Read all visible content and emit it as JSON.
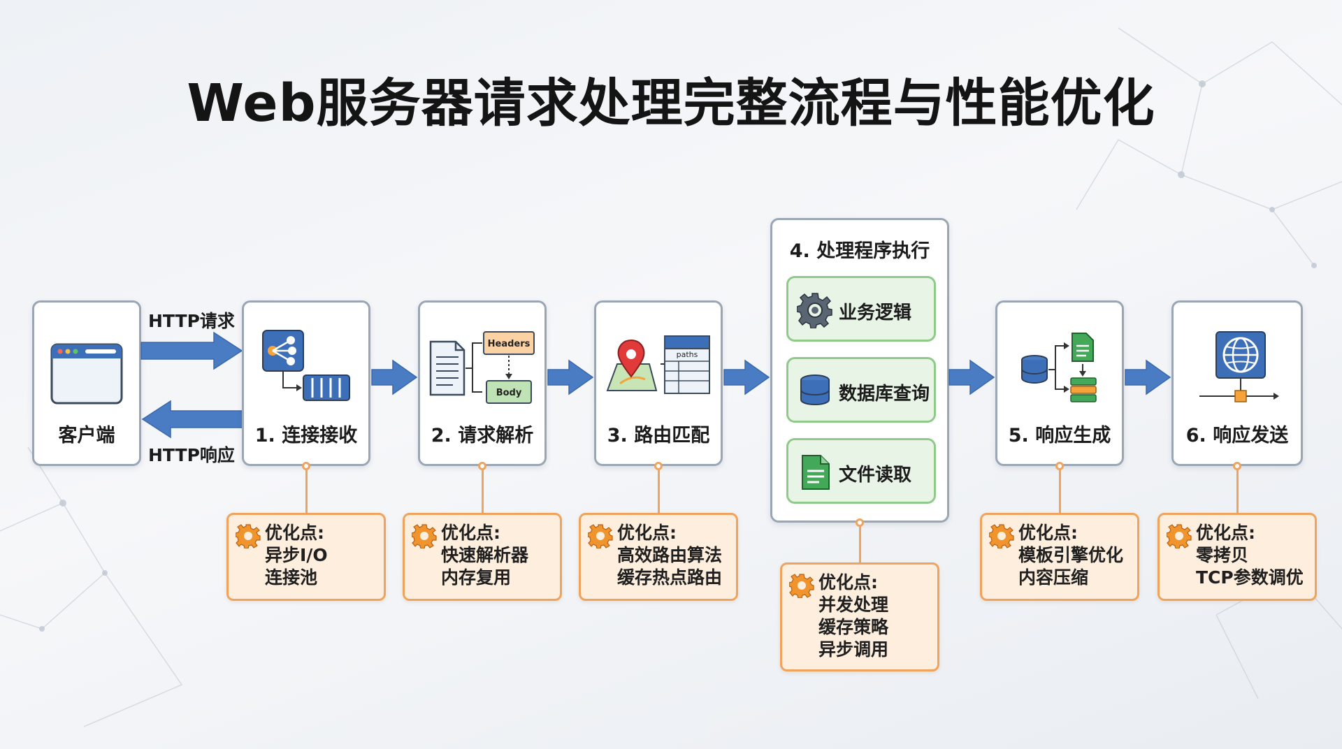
{
  "title": "Web服务器请求处理完整流程与性能优化",
  "client": {
    "label": "客户端",
    "icon": "browser-window-icon"
  },
  "http": {
    "request": "HTTP请求",
    "response": "HTTP响应"
  },
  "stages": [
    {
      "label": "1. 连接接收",
      "icon": "network-queue-icon"
    },
    {
      "label": "2. 请求解析",
      "icon": "document-parse-icon",
      "headers": "Headers",
      "body": "Body"
    },
    {
      "label": "3. 路由匹配",
      "icon": "map-route-icon",
      "table_label": "paths"
    },
    {
      "label": "4. 处理程序执行",
      "subs": [
        {
          "label": "业务逻辑",
          "icon": "gear-icon"
        },
        {
          "label": "数据库查询",
          "icon": "database-icon"
        },
        {
          "label": "文件读取",
          "icon": "file-icon"
        }
      ]
    },
    {
      "label": "5. 响应生成",
      "icon": "response-build-icon"
    },
    {
      "label": "6. 响应发送",
      "icon": "globe-send-icon"
    }
  ],
  "optimizations": [
    {
      "title": "优化点:",
      "items": [
        "异步I/O",
        "连接池"
      ]
    },
    {
      "title": "优化点:",
      "items": [
        "快速解析器",
        "内存复用"
      ]
    },
    {
      "title": "优化点:",
      "items": [
        "高效路由算法",
        "缓存热点路由"
      ]
    },
    {
      "title": "优化点:",
      "items": [
        "并发处理",
        "缓存策略",
        "异步调用"
      ]
    },
    {
      "title": "优化点:",
      "items": [
        "模板引擎优化",
        "内容压缩"
      ]
    },
    {
      "title": "优化点:",
      "items": [
        "零拷贝",
        "TCP参数调优"
      ]
    }
  ],
  "colors": {
    "arrow": "#4a7cc4",
    "card_border": "#9aa6b4",
    "opt_border": "#f0a35c",
    "opt_fill": "#fdeedd",
    "sub_border": "#8fca8a",
    "sub_fill": "#e8f4e6"
  }
}
